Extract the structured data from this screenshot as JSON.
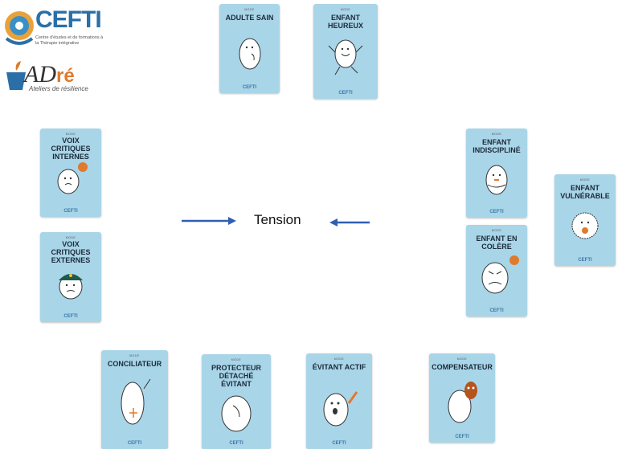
{
  "logos": {
    "cefti": {
      "name": "CEFTI",
      "subtitle": "Centre d'études et de formations à la Thérapie intégrative"
    },
    "adre": {
      "prefix": "AD",
      "suffix": "ré",
      "subtitle": "Ateliers de résilience"
    }
  },
  "center_label": "Tension",
  "cards": {
    "adulte_sain": {
      "mode": "MODE",
      "title": "ADULTE SAIN",
      "brand": "CEFTI"
    },
    "enfant_heureux": {
      "mode": "MODE",
      "title": "ENFANT HEUREUX",
      "brand": "CEFTI"
    },
    "voix_internes": {
      "mode": "MODE",
      "title": "VOIX CRITIQUES INTERNES",
      "brand": "CEFTI"
    },
    "voix_externes": {
      "mode": "MODE",
      "title": "VOIX CRITIQUES EXTERNES",
      "brand": "CEFTI"
    },
    "enfant_indiscipline": {
      "mode": "MODE",
      "title": "ENFANT INDISCIPLINÉ",
      "brand": "CEFTI"
    },
    "enfant_vulnerable": {
      "mode": "MODE",
      "title": "ENFANT VULNÉRABLE",
      "brand": "CEFTI"
    },
    "enfant_colere": {
      "mode": "MODE",
      "title": "ENFANT EN COLÈRE",
      "brand": "CEFTI"
    },
    "conciliateur": {
      "mode": "MODE",
      "title": "CONCILIATEUR",
      "brand": "CEFTI"
    },
    "protecteur": {
      "mode": "MODE",
      "title": "PROTECTEUR DÉTACHÉ ÉVITANT",
      "brand": "CEFTI"
    },
    "evitant_actif": {
      "mode": "MODE",
      "title": "ÉVITANT ACTIF",
      "brand": "CEFTI"
    },
    "compensateur": {
      "mode": "MODE",
      "title": "COMPENSATEUR",
      "brand": "CEFTI"
    }
  },
  "colors": {
    "card": "#a9d5e8",
    "arrow": "#2f5fb3",
    "brand": "#2a6fa8",
    "accent": "#e07a2c"
  }
}
